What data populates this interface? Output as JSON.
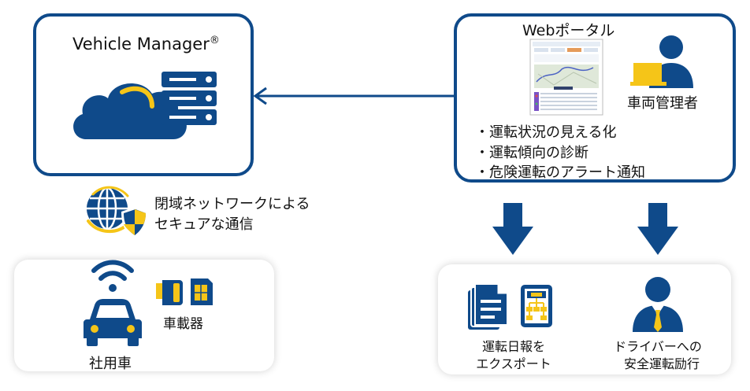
{
  "vehicle_manager": {
    "title": "Vehicle Manager",
    "reg_mark": "®"
  },
  "web_portal": {
    "title": "Webポータル",
    "admin_label": "車両管理者",
    "features": [
      "・運転状況の見える化",
      "・運転傾向の診断",
      "・危険運転のアラート通知"
    ]
  },
  "network": {
    "line1": "閉域ネットワークによる",
    "line2": "セキュアな通信"
  },
  "vehicle": {
    "device_label": "車載器",
    "car_label": "社用車"
  },
  "outputs": {
    "export_line1": "運転日報を",
    "export_line2": "エクスポート",
    "driver_line1": "ドライバーへの",
    "driver_line2": "安全運転励行"
  },
  "colors": {
    "navy": "#0f4a8a",
    "yellow": "#f5c518"
  }
}
